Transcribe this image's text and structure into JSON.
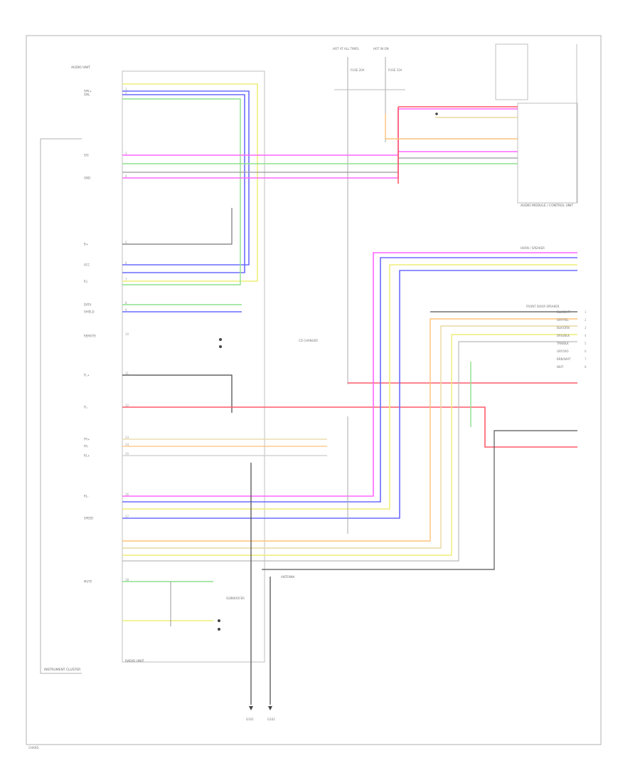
{
  "diagram": {
    "footer_code": "CHARD",
    "colors": {
      "blue": "#6b6bff",
      "yellow": "#eeee7a",
      "green": "#8ee08e",
      "magenta": "#ff66ff",
      "red": "#ff5a6a",
      "gray": "#8a8a8a",
      "orange": "#ffc27a",
      "tan": "#e8d8a0",
      "dark": "#444444"
    },
    "labels": {
      "top_left_caption": "AUDIO UNIT",
      "left_bottom_caption": "INSTRUMENT CLUSTER",
      "radio_unit": "RADIO UNIT",
      "right_module": "AUDIO MODULE / CONTROL UNIT",
      "fuse_a": "HOT AT ALL TIMES",
      "fuse_b": "HOT IN ON",
      "fuse_c": "FUSE 20A",
      "fuse_d": "FUSE 15A",
      "ground_1": "G101",
      "ground_2": "G102",
      "mid_label": "CD CHANGER",
      "subwoofer": "SUBWOOFER",
      "antenna": "ANTENNA",
      "right_upper_head": "HORN / SPEAKER",
      "right_pins_head": "FRONT DOOR SPEAKER"
    },
    "left_rows": [
      {
        "label": "SPK+",
        "pin": "1"
      },
      {
        "label": "SPK-",
        "pin": "2"
      },
      {
        "label": "SIG",
        "pin": "3"
      },
      {
        "label": "GND",
        "pin": "4"
      },
      {
        "label": "B+",
        "pin": "5"
      },
      {
        "label": "ACC",
        "pin": "6"
      },
      {
        "label": "ILL",
        "pin": "7"
      },
      {
        "label": "DATA",
        "pin": "8"
      },
      {
        "label": "SHIELD",
        "pin": "9"
      },
      {
        "label": "REMOTE",
        "pin": "10"
      },
      {
        "label": "FL+",
        "pin": "11"
      },
      {
        "label": "FL-",
        "pin": "12"
      },
      {
        "label": "FR+",
        "pin": "13"
      },
      {
        "label": "FR-",
        "pin": "14"
      },
      {
        "label": "RL+",
        "pin": "15"
      },
      {
        "label": "RL-",
        "pin": "16"
      },
      {
        "label": "SPEED",
        "pin": "17"
      },
      {
        "label": "MUTE",
        "pin": "18"
      }
    ],
    "right_pins": [
      {
        "pin": "1",
        "label": "BLU/WHT"
      },
      {
        "pin": "2",
        "label": "GRY/YEL"
      },
      {
        "pin": "3",
        "label": "BLK/GRN"
      },
      {
        "pin": "4",
        "label": "ORG/BLK"
      },
      {
        "pin": "5",
        "label": "TAN/BLK"
      },
      {
        "pin": "6",
        "label": "GRY/VIO"
      },
      {
        "pin": "7",
        "label": "BRN/WHT"
      },
      {
        "pin": "8",
        "label": "WHT"
      }
    ]
  }
}
